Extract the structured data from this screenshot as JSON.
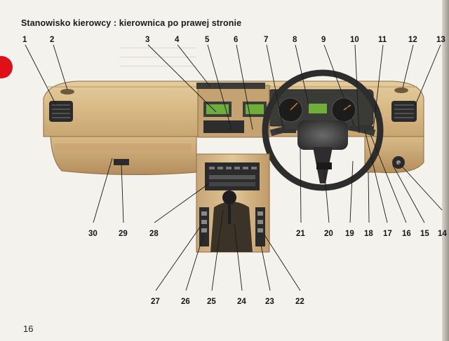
{
  "page": {
    "title": "Stanowisko kierowcy : kierownica po prawej stronie",
    "page_number": "16"
  },
  "diagram": {
    "callouts": [
      "1",
      "2",
      "3",
      "4",
      "5",
      "6",
      "7",
      "8",
      "9",
      "10",
      "11",
      "12",
      "13",
      "14",
      "15",
      "16",
      "17",
      "18",
      "19",
      "20",
      "21",
      "22",
      "23",
      "24",
      "25",
      "26",
      "27",
      "28",
      "29",
      "30"
    ]
  },
  "colors": {
    "thumb_tab": "#e0101a",
    "dashboard_tan": "#d6b784",
    "dashboard_shadow": "#a9865a",
    "dark_trim": "#2b2b2b",
    "leader_line": "#1a1a1a"
  }
}
